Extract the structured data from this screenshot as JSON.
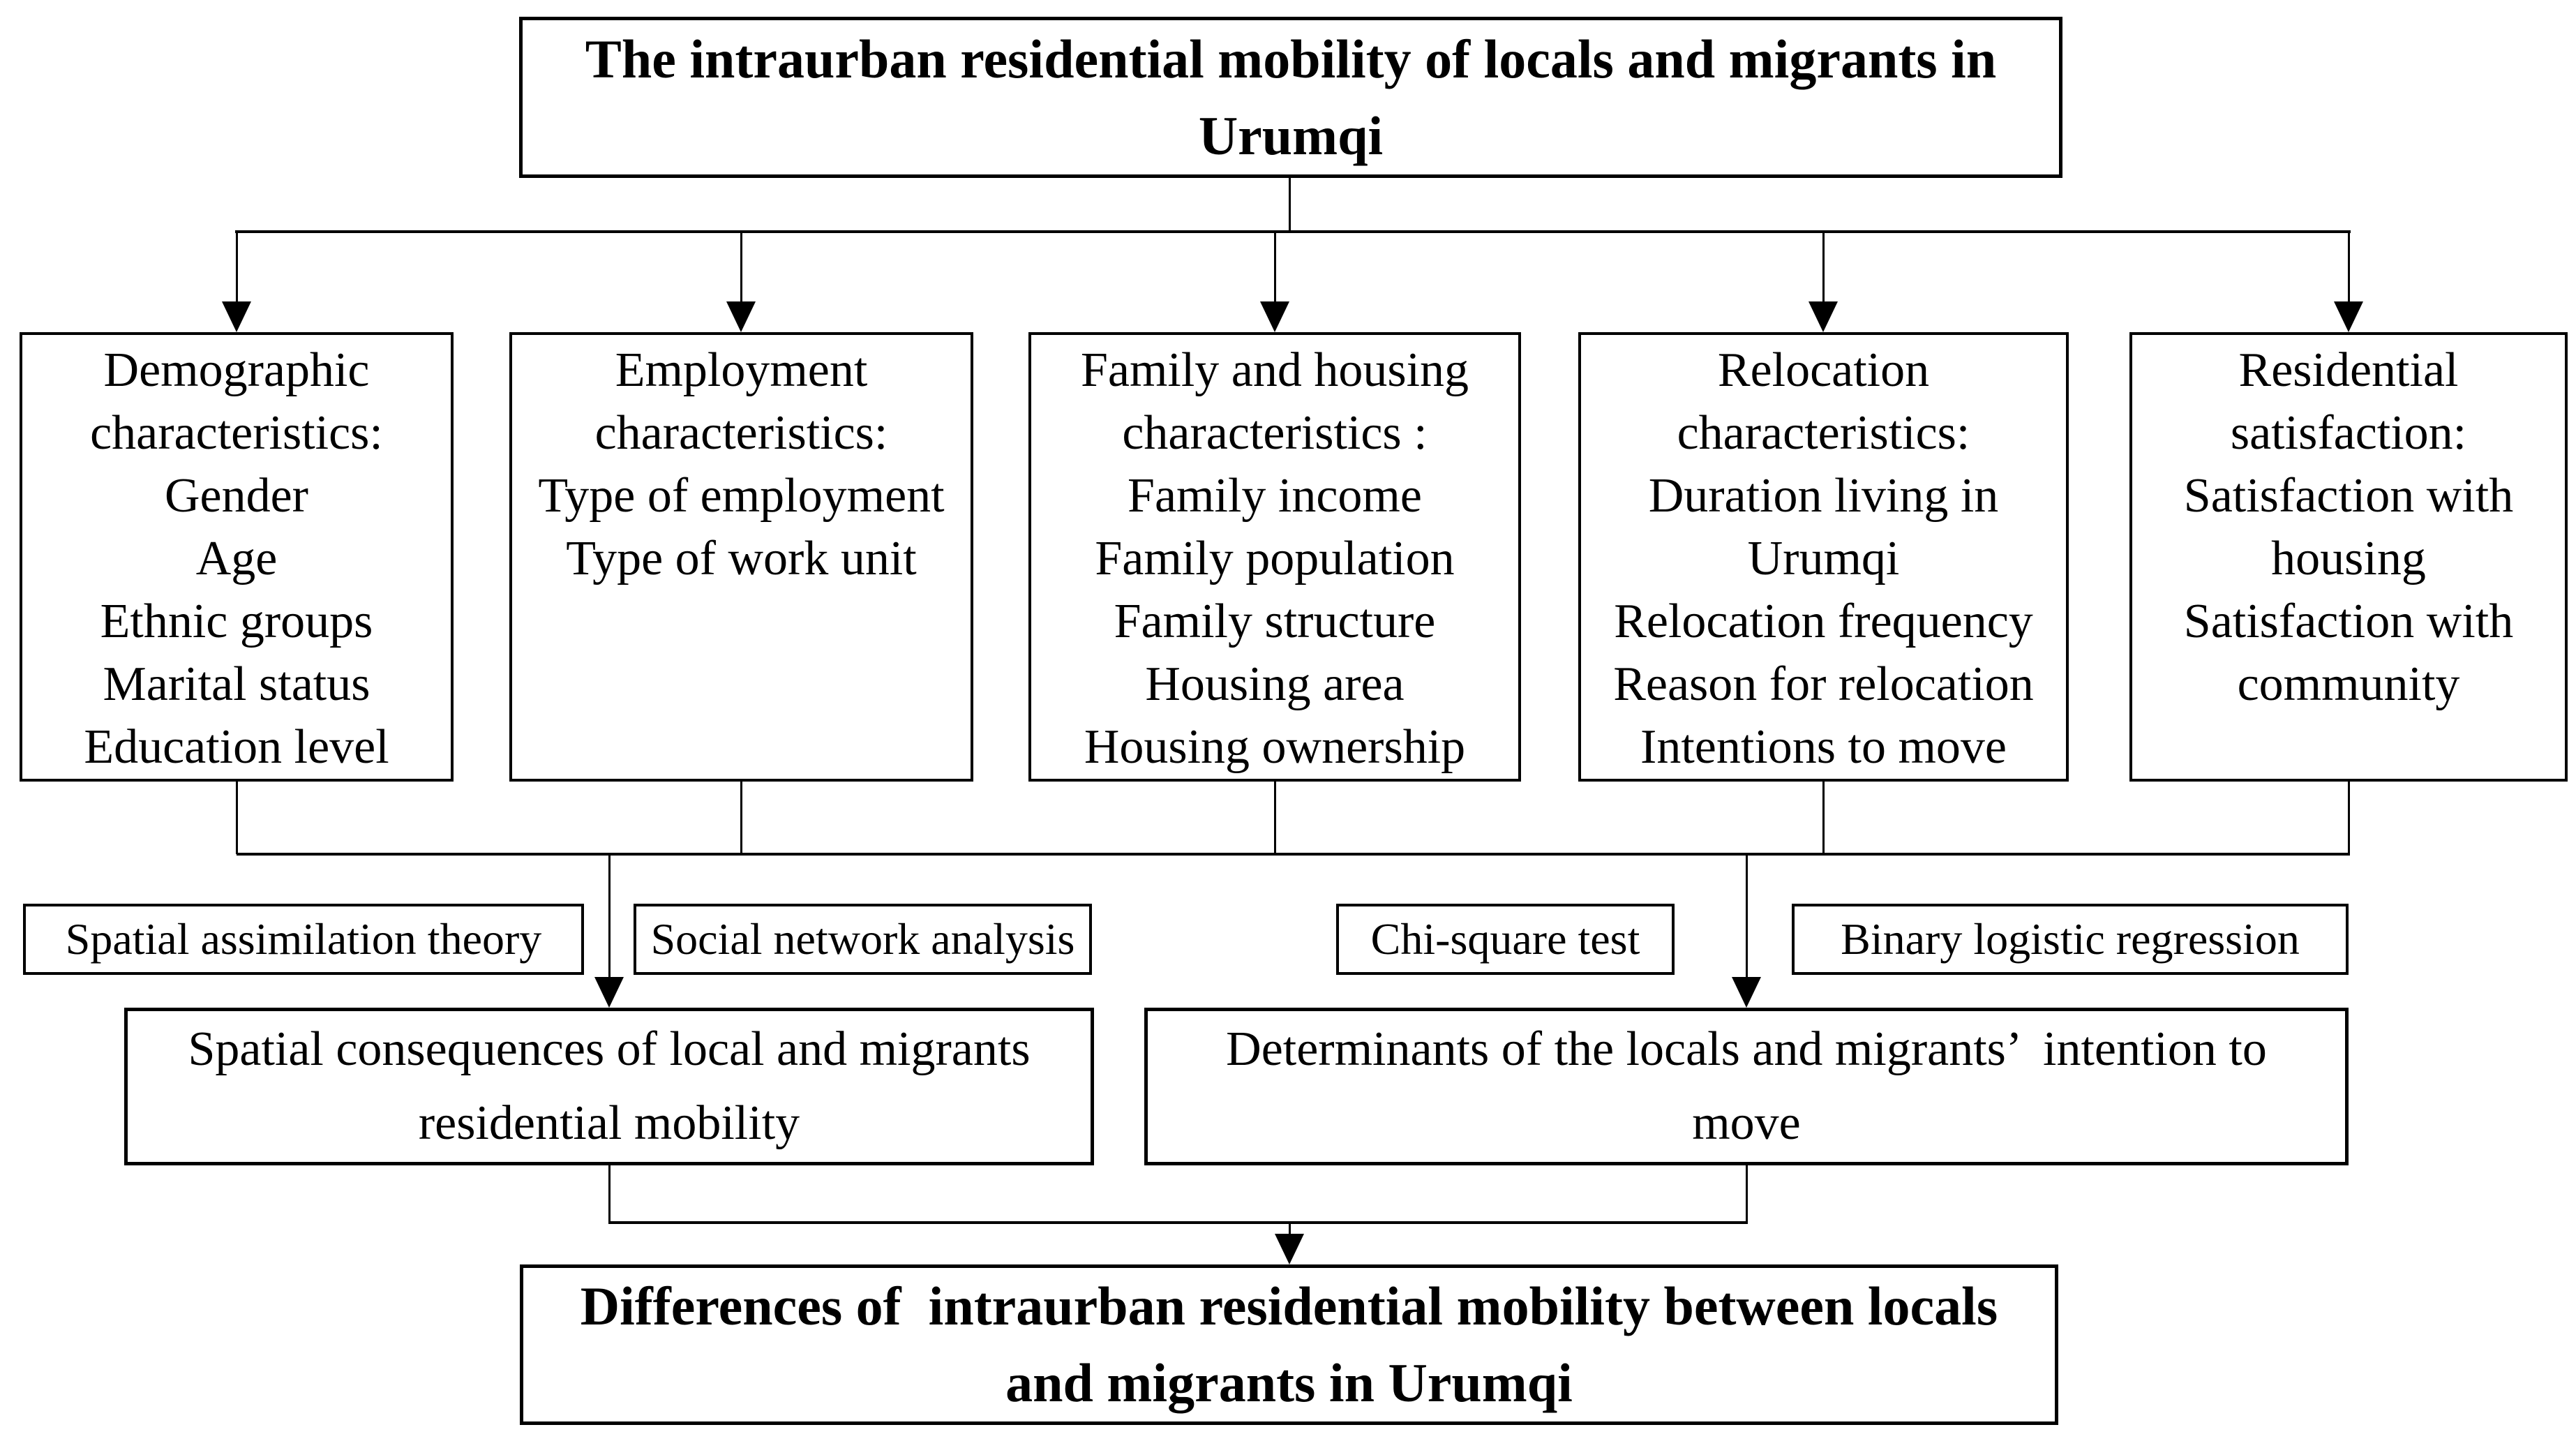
{
  "colors": {
    "background": "#ffffff",
    "stroke": "#000000",
    "text": "#000000"
  },
  "title_box": {
    "lines": [
      "The intraurban residential mobility of locals and migrants in",
      "Urumqi"
    ]
  },
  "category_boxes": [
    {
      "id": "demographic-characteristics",
      "lines": [
        "Demographic",
        "characteristics:",
        "Gender",
        "Age",
        "Ethnic groups",
        "Marital status",
        "Education level"
      ]
    },
    {
      "id": "employment-characteristics",
      "lines": [
        "Employment",
        "characteristics:",
        "Type of employment",
        "Type of work unit"
      ]
    },
    {
      "id": "family-housing-characteristics",
      "lines": [
        "Family and housing",
        "characteristics :",
        "Family income",
        "Family population",
        "Family structure",
        "Housing area",
        "Housing ownership"
      ]
    },
    {
      "id": "relocation-characteristics",
      "lines": [
        "Relocation",
        "characteristics:",
        "Duration living in",
        "Urumqi",
        "Relocation frequency",
        "Reason for relocation",
        "Intentions to move"
      ]
    },
    {
      "id": "residential-satisfaction",
      "lines": [
        "Residential",
        "satisfaction:",
        "Satisfaction with",
        "housing",
        "Satisfaction with",
        "community"
      ]
    }
  ],
  "method_boxes": [
    {
      "id": "spatial-assimilation-theory",
      "label": "Spatial assimilation theory"
    },
    {
      "id": "social-network-analysis",
      "label": "Social network analysis"
    },
    {
      "id": "chi-square-test",
      "label": "Chi-square test"
    },
    {
      "id": "binary-logistic-regression",
      "label": "Binary logistic regression"
    }
  ],
  "outcome_boxes": [
    {
      "id": "spatial-consequences",
      "lines": [
        "Spatial consequences of local and migrants",
        "residential mobility"
      ]
    },
    {
      "id": "determinants-intention-to-move",
      "lines": [
        "Determinants of the locals and migrants’  intention to",
        "move"
      ]
    }
  ],
  "bottom_box": {
    "lines": [
      "Differences of  intraurban residential mobility between locals",
      "and migrants in Urumqi"
    ]
  }
}
